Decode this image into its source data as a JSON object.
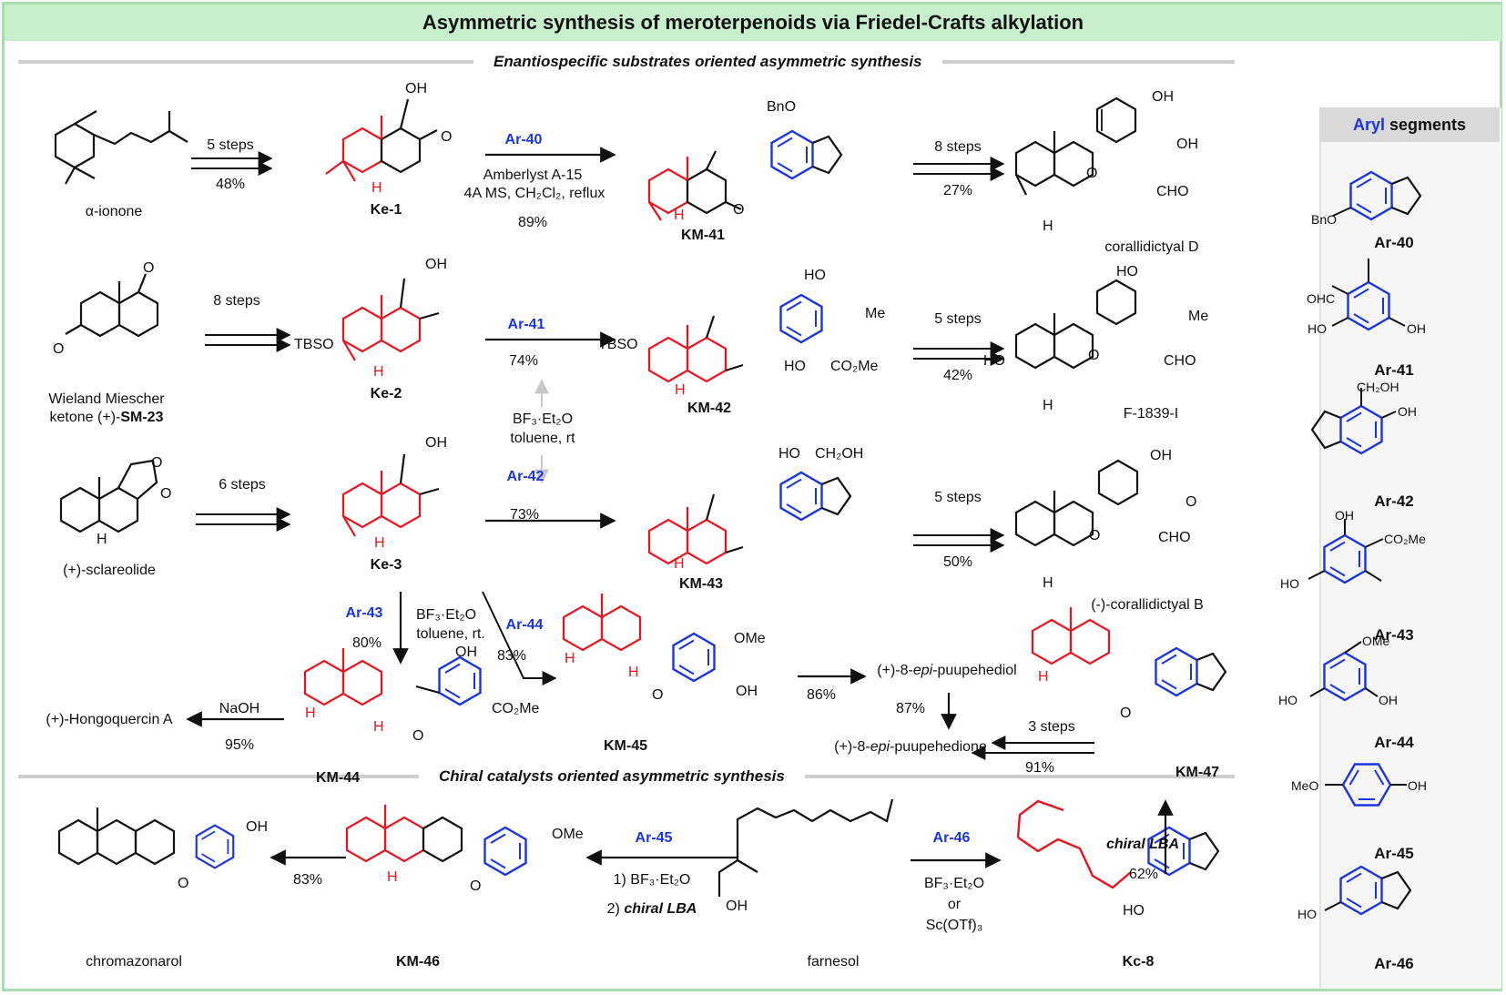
{
  "title": "Asymmetric synthesis of meroterpenoids via Friedel-Crafts alkylation",
  "sections": {
    "top": "Enantiospecific substrates oriented asymmetric synthesis",
    "bottom": "Chiral catalysts oriented asymmetric synthesis"
  },
  "aryl_panel": {
    "title_prefix": "Aryl",
    "title_suffix": " segments"
  },
  "aryl_segments": [
    {
      "name": "Ar-40",
      "substituent": "BnO"
    },
    {
      "name": "Ar-41",
      "substituent_a": "OHC",
      "substituent_b": "HO",
      "substituent_c": "OH"
    },
    {
      "name": "Ar-42",
      "substituent_a": "CH₂OH",
      "substituent_b": "OH"
    },
    {
      "name": "Ar-43",
      "substituent_a": "OH",
      "substituent_b": "CO₂Me",
      "substituent_c": "HO"
    },
    {
      "name": "Ar-44",
      "substituent_a": "OMe",
      "substituent_b": "HO",
      "substituent_c": "OH"
    },
    {
      "name": "Ar-45",
      "substituent_a": "MeO",
      "substituent_b": "OH"
    },
    {
      "name": "Ar-46",
      "substituent": "HO"
    }
  ],
  "compounds": {
    "ionone": "α-ionone",
    "ke1": "Ke-1",
    "km41": "KM-41",
    "corallidictyal_d": "corallidictyal D",
    "wieland_1": "Wieland Miescher",
    "wieland_2": "ketone (+)-",
    "sm23": "SM-23",
    "ke2": "Ke-2",
    "km42": "KM-42",
    "f1839": "F-1839-I",
    "sclareolide": "(+)-sclareolide",
    "ke3": "Ke-3",
    "km43": "KM-43",
    "corallidictyal_b": "(-)-corallidictyal B",
    "hongoquercin": "(+)-Hongoquercin A",
    "km44": "KM-44",
    "km45": "KM-45",
    "puupehediol_pre": "(+)-8-",
    "epi": "epi",
    "puupehediol_post": "-puupehediol",
    "puupehedione_post": "-puupehedione",
    "km47": "KM-47",
    "chromazonarol": "chromazonarol",
    "km46": "KM-46",
    "farnesol": "farnesol",
    "kc8": "Kc-8"
  },
  "labels": {
    "oh": "OH",
    "ho": "HO",
    "h": "H",
    "o": "O",
    "bno": "BnO",
    "me": "Me",
    "ome": "OMe",
    "cho": "CHO",
    "ch2oh": "CH₂OH",
    "co2me": "CO₂Me",
    "tbso": "TBSO",
    "mno": "MeO"
  },
  "reactions": {
    "r1_steps": "5 steps",
    "r1_yield": "48%",
    "r2_reagent": "Ar-40",
    "r2_c1": "Amberlyst A-15",
    "r2_c2": "4A MS, CH₂Cl₂, reflux",
    "r2_yield": "89%",
    "r3_steps": "8 steps",
    "r3_yield": "27%",
    "r4_steps": "8 steps",
    "r5_reagent": "Ar-41",
    "r5_yield": "74%",
    "bf3": "BF₃·Et₂O",
    "toluene_rt": "toluene, rt",
    "r6_steps": "5 steps",
    "r6_yield": "42%",
    "r7_steps": "6 steps",
    "r8_reagent": "Ar-42",
    "r8_yield": "73%",
    "r9_steps": "5 steps",
    "r9_yield": "50%",
    "r10_reagent": "Ar-43",
    "r10_yield": "80%",
    "r10_c2": "toluene, rt.",
    "r11_reagent": "Ar-44",
    "r11_yield": "83%",
    "r12_reagent": "NaOH",
    "r12_yield": "95%",
    "r13_yield": "86%",
    "r14_yield": "87%",
    "r15_steps": "3 steps",
    "r15_yield": "91%",
    "r16_reagent": "chiral LBA",
    "r16_yield": "62%",
    "r17_yield": "83%",
    "r18_reagent": "Ar-45",
    "r18_c1": "1) BF₃·Et₂O",
    "r18_c2_pre": "2) ",
    "r18_c2": "chiral LBA",
    "r19_reagent": "Ar-46",
    "r19_c1": "BF₃·Et₂O",
    "r19_c2": "or",
    "r19_c3": "Sc(OTf)₃"
  },
  "colors": {
    "terpene": "#e8141e",
    "aryl": "#1a35e0",
    "header_green": "#c8efcc",
    "border_green": "#a8dfae"
  }
}
